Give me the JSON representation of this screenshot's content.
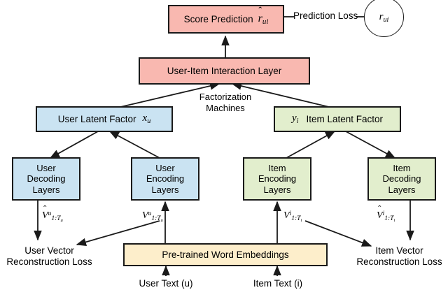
{
  "diagram": {
    "title": "Neural text-based recommendation model architecture",
    "colors": {
      "pink": "#f9b8b0",
      "blue": "#cae3f2",
      "green": "#e2eecd",
      "cream": "#fdeecb",
      "stroke": "#1a1a1a",
      "background": "#ffffff"
    },
    "nodes": {
      "score_prediction": {
        "label": "Score Prediction",
        "math": "r̂",
        "math_sub": "ui",
        "color": "pink"
      },
      "ground_truth": {
        "math": "r",
        "math_sub": "ui",
        "shape": "circle"
      },
      "interaction_layer": {
        "label": "User-Item Interaction Layer",
        "color": "pink"
      },
      "user_latent_factor": {
        "label": "User Latent Factor",
        "math": "x",
        "math_sub": "u",
        "color": "blue"
      },
      "item_latent_factor": {
        "label": "Item Latent Factor",
        "math": "y",
        "math_sub": "i",
        "color": "green"
      },
      "user_decoding_layers": {
        "line1": "User",
        "line2": "Decoding",
        "line3": "Layers",
        "color": "blue"
      },
      "user_encoding_layers": {
        "line1": "User",
        "line2": "Encoding",
        "line3": "Layers",
        "color": "blue"
      },
      "item_encoding_layers": {
        "line1": "Item",
        "line2": "Encoding",
        "line3": "Layers",
        "color": "green"
      },
      "item_decoding_layers": {
        "line1": "Item",
        "line2": "Decoding",
        "line3": "Layers",
        "color": "green"
      },
      "word_embeddings": {
        "label": "Pre-trained Word Embeddings",
        "color": "cream"
      }
    },
    "labels": {
      "prediction_loss": "Prediction Loss",
      "factorization_machines_line1": "Factorization",
      "factorization_machines_line2": "Machines",
      "user_vector_loss_line1": "User Vector",
      "user_vector_loss_line2": "Reconstruction Loss",
      "item_vector_loss_line1": "Item Vector",
      "item_vector_loss_line2": "Reconstruction Loss",
      "user_text_input": "User Text (u)",
      "item_text_input": "Item Text (i)"
    },
    "edge_labels": {
      "user_reconstructed_vectors": {
        "symbol": "V̂",
        "sup": "u",
        "sub": "1:T",
        "sub_sub": "u"
      },
      "user_input_vectors": {
        "symbol": "V",
        "sup": "u",
        "sub": "1:T",
        "sub_sub": "u"
      },
      "item_input_vectors": {
        "symbol": "V",
        "sup": "i",
        "sub": "1:T",
        "sub_sub": "i"
      },
      "item_reconstructed_vectors": {
        "symbol": "V̂",
        "sup": "i",
        "sub": "1:T",
        "sub_sub": "i"
      }
    }
  }
}
